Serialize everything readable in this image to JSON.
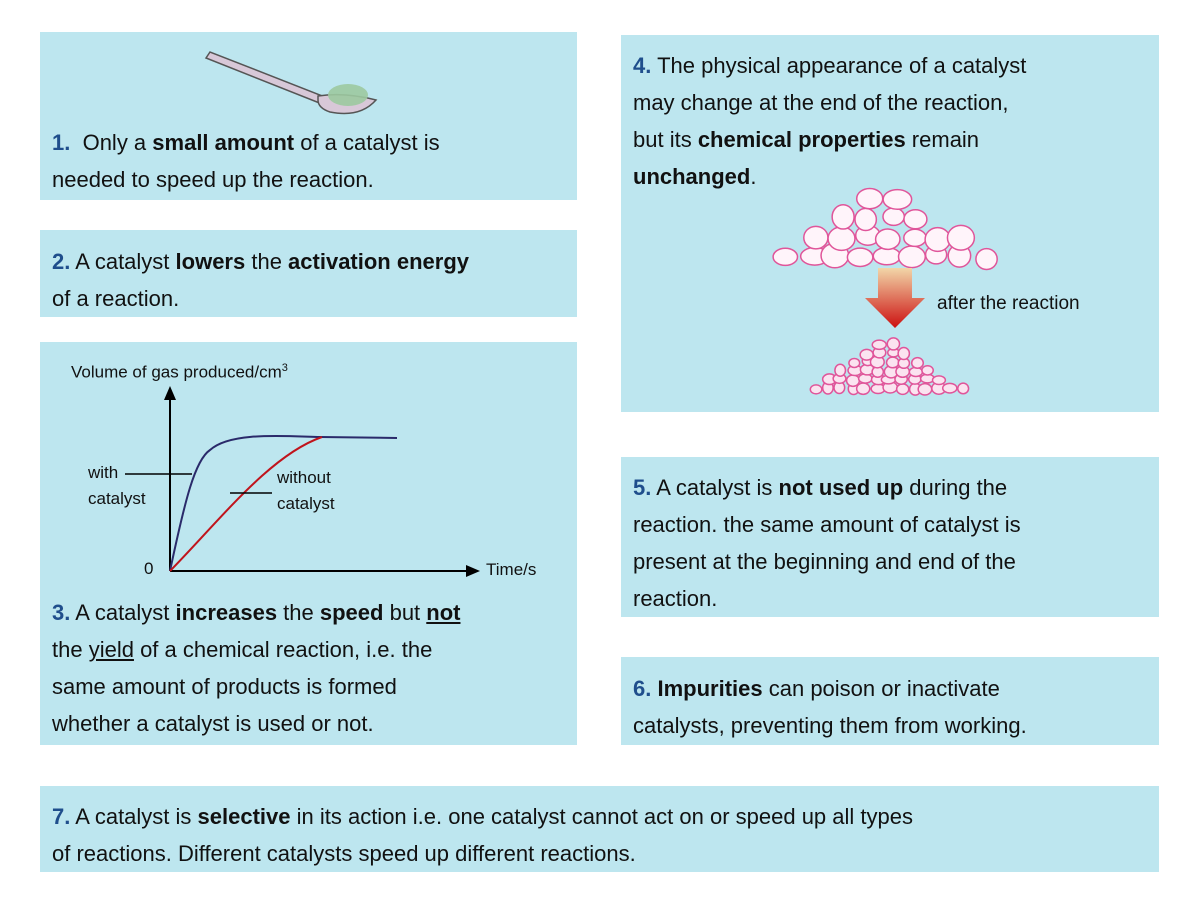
{
  "colors": {
    "box": "#bde6ef",
    "number": "#1f4e8c",
    "with_curve": "#2a2a6a",
    "without_curve": "#c0141c",
    "pebble": "#e0559a"
  },
  "points": [
    {
      "id": "p1",
      "segments": [
        [
          "n",
          "1."
        ],
        [
          "",
          "  Only a "
        ],
        [
          "b",
          "small amount"
        ],
        [
          "",
          " of a catalyst is\nneeded to speed up the reaction."
        ]
      ]
    },
    {
      "id": "p2",
      "segments": [
        [
          "n",
          "2."
        ],
        [
          "",
          " A catalyst "
        ],
        [
          "b",
          "lowers"
        ],
        [
          "",
          " the "
        ],
        [
          "b",
          "activation energy"
        ],
        [
          "",
          "\nof a reaction."
        ]
      ]
    },
    {
      "id": "p3",
      "segments": [
        [
          "n",
          "3."
        ],
        [
          "",
          " A catalyst "
        ],
        [
          "b",
          "increases"
        ],
        [
          "",
          " the "
        ],
        [
          "b",
          "speed"
        ],
        [
          "",
          " but "
        ],
        [
          "bu",
          "not"
        ],
        [
          "",
          "\nthe "
        ],
        [
          "u",
          "yield"
        ],
        [
          "",
          " of a chemical reaction, i.e. the\nsame amount of products is formed\nwhether a catalyst is used or not."
        ]
      ]
    },
    {
      "id": "p4",
      "segments": [
        [
          "n",
          "4."
        ],
        [
          "",
          " The physical appearance of a catalyst\nmay change at the end of the reaction,\nbut its "
        ],
        [
          "b",
          "chemical properties"
        ],
        [
          "",
          " remain\n"
        ],
        [
          "b",
          "unchanged"
        ],
        [
          "",
          "."
        ]
      ]
    },
    {
      "id": "p5",
      "segments": [
        [
          "n",
          "5."
        ],
        [
          "",
          " A catalyst is "
        ],
        [
          "b",
          "not used up"
        ],
        [
          "",
          " during the\nreaction. the same amount of catalyst is\npresent at the beginning and end of the\nreaction."
        ]
      ]
    },
    {
      "id": "p6",
      "segments": [
        [
          "n",
          "6."
        ],
        [
          "",
          " "
        ],
        [
          "b",
          "Impurities"
        ],
        [
          "",
          " can poison or inactivate\ncatalysts, preventing them from working."
        ]
      ]
    },
    {
      "id": "p7",
      "segments": [
        [
          "n",
          "7."
        ],
        [
          "",
          " A catalyst is "
        ],
        [
          "b",
          "selective"
        ],
        [
          "",
          " in its action i.e. one catalyst cannot act on or speed up all types\nof reactions. Different catalysts speed up different reactions."
        ]
      ]
    }
  ],
  "diagram4": {
    "arrow_label": "after the reaction"
  },
  "chart_data": {
    "type": "line",
    "ylabel": "Volume of gas produced/cm",
    "ylabel_sup": "3",
    "xlabel": "Time/s",
    "origin_label": "0",
    "series": [
      {
        "name": "with catalyst",
        "label_lines": [
          "with",
          "catalyst"
        ]
      },
      {
        "name": "without catalyst",
        "label_lines": [
          "without",
          "catalyst"
        ]
      }
    ]
  }
}
